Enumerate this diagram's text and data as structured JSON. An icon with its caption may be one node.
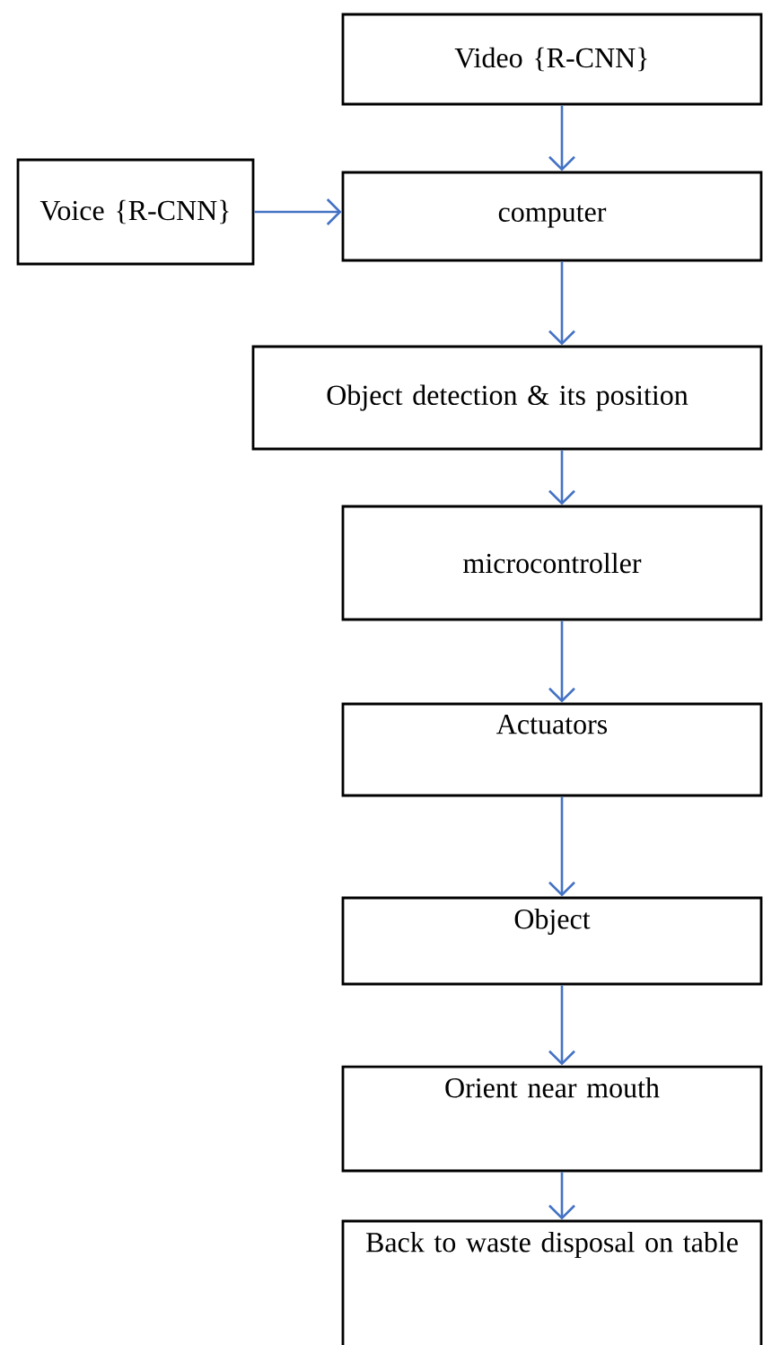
{
  "diagram": {
    "nodes": [
      {
        "text": [
          "Video {R-CNN}"
        ]
      },
      {
        "text": [
          "Voice {R-CNN}"
        ]
      },
      {
        "text": [
          "computer"
        ]
      },
      {
        "text": [
          "Object detection & its position"
        ]
      },
      {
        "text": [
          "microcontroller"
        ]
      },
      {
        "text": [
          "Actuators"
        ]
      },
      {
        "text": [
          "Object"
        ]
      },
      {
        "text": [
          "Orient near mouth"
        ]
      },
      {
        "text": [
          "Back to waste disposal on table"
        ]
      }
    ],
    "edges": [
      {
        "from": 0,
        "to": 2,
        "arrow": "to"
      },
      {
        "from": 1,
        "to": 2,
        "arrow": "to"
      },
      {
        "from": 2,
        "to": 3,
        "arrow": "to"
      },
      {
        "from": 3,
        "to": 4,
        "arrow": "to"
      },
      {
        "from": 4,
        "to": 5,
        "arrow": "to"
      },
      {
        "from": 5,
        "to": 6,
        "arrow": "to"
      },
      {
        "from": 6,
        "to": 7,
        "arrow": "to"
      },
      {
        "from": 7,
        "to": 8,
        "arrow": "to"
      }
    ]
  }
}
